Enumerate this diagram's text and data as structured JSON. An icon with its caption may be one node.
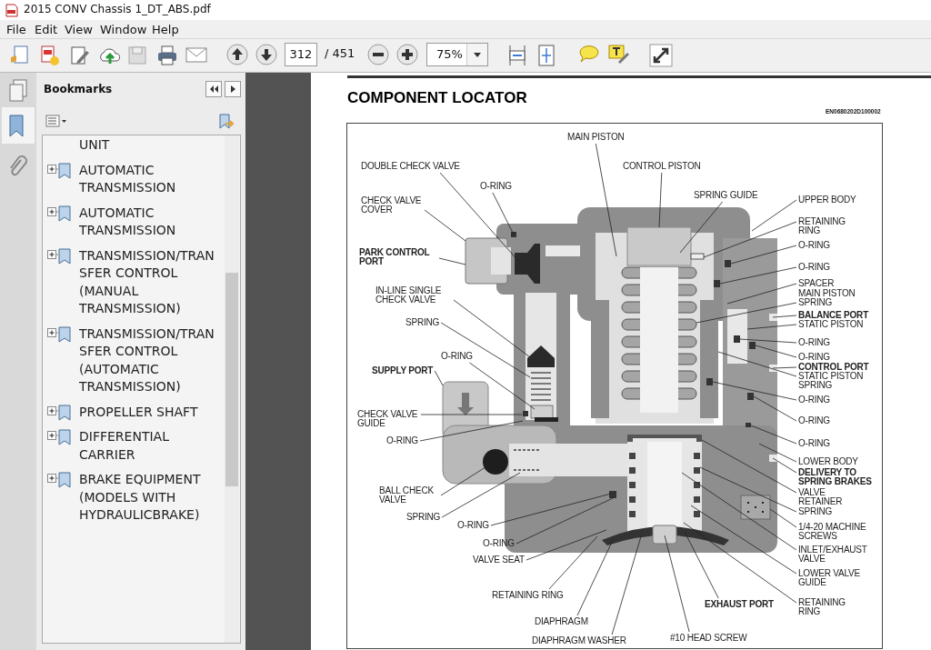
{
  "diagram": {
    "title": "COMPONENT LOCATOR",
    "nodes": [
      {
        "text": [
          "MAIN PISTON"
        ]
      },
      {
        "text": [
          "DOUBLE CHECK VALVE"
        ]
      },
      {
        "text": [
          "O-RING"
        ]
      },
      {
        "text": [
          "CHECK VALVE COVER"
        ]
      },
      {
        "text": [
          "PARK CONTROL PORT"
        ]
      },
      {
        "text": [
          "IN-LINE SINGLE CHECK VALVE"
        ]
      },
      {
        "text": [
          "SPRING"
        ]
      },
      {
        "text": [
          "O-RING"
        ]
      },
      {
        "text": [
          "SUPPLY PORT"
        ]
      },
      {
        "text": [
          "CHECK VALVE GUIDE"
        ]
      },
      {
        "text": [
          "O-RING"
        ]
      },
      {
        "text": [
          "BALL CHECK VALVE"
        ]
      },
      {
        "text": [
          "SPRING"
        ]
      },
      {
        "text": [
          "O-RING"
        ]
      },
      {
        "text": [
          "O-RING"
        ]
      },
      {
        "text": [
          "VALVE SEAT"
        ]
      },
      {
        "text": [
          "RETAINING RING"
        ]
      },
      {
        "text": [
          "DIAPHRAGM"
        ]
      },
      {
        "text": [
          "DIAPHRAGM WASHER"
        ]
      },
      {
        "text": [
          "#10 HEAD SCREW"
        ]
      },
      {
        "text": [
          "EXHAUST PORT"
        ]
      },
      {
        "text": [
          "CONTROL PISTON"
        ]
      },
      {
        "text": [
          "SPRING GUIDE"
        ]
      },
      {
        "text": [
          "UPPER BODY"
        ]
      },
      {
        "text": [
          "RETAINING RING"
        ]
      },
      {
        "text": [
          "O-RING"
        ]
      },
      {
        "text": [
          "O-RING"
        ]
      },
      {
        "text": [
          "SPACER"
        ]
      },
      {
        "text": [
          "MAIN PISTON SPRING"
        ]
      },
      {
        "text": [
          "BALANCE PORT"
        ]
      },
      {
        "text": [
          "STATIC PISTON"
        ]
      },
      {
        "text": [
          "O-RING"
        ]
      },
      {
        "text": [
          "O-RING"
        ]
      },
      {
        "text": [
          "CONTROL PORT"
        ]
      },
      {
        "text": [
          "STATIC PISTON SPRING"
        ]
      },
      {
        "text": [
          "O-RING"
        ]
      },
      {
        "text": [
          "O-RING"
        ]
      },
      {
        "text": [
          "O-RING"
        ]
      },
      {
        "text": [
          "LOWER BODY"
        ]
      },
      {
        "text": [
          "DELIVERY TO SPRING BRAKES"
        ]
      },
      {
        "text": [
          "VALVE RETAINER"
        ]
      },
      {
        "text": [
          "SPRING"
        ]
      },
      {
        "text": [
          "1/4-20 MACHINE SCREWS"
        ]
      },
      {
        "text": [
          "INLET/EXHAUST VALVE"
        ]
      },
      {
        "text": [
          "LOWER VALVE GUIDE"
        ]
      },
      {
        "text": [
          "RETAINING RING"
        ]
      }
    ],
    "edges": [
      {
        "from": 0,
        "to": null,
        "arrow": "none"
      },
      {
        "from": 1,
        "to": null,
        "arrow": "none"
      },
      {
        "from": 2,
        "to": null,
        "arrow": "none"
      },
      {
        "from": 3,
        "to": null,
        "arrow": "none"
      },
      {
        "from": 4,
        "to": null,
        "arrow": "none"
      },
      {
        "from": 5,
        "to": null,
        "arrow": "none"
      },
      {
        "from": 6,
        "to": null,
        "arrow": "none"
      },
      {
        "from": 7,
        "to": null,
        "arrow": "none"
      },
      {
        "from": 8,
        "to": null,
        "arrow": "none"
      },
      {
        "from": 9,
        "to": null,
        "arrow": "none"
      },
      {
        "from": 10,
        "to": null,
        "arrow": "none"
      },
      {
        "from": 11,
        "to": null,
        "arrow": "none"
      },
      {
        "from": 12,
        "to": null,
        "arrow": "none"
      },
      {
        "from": 13,
        "to": null,
        "arrow": "none"
      },
      {
        "from": 14,
        "to": null,
        "arrow": "none"
      },
      {
        "from": 15,
        "to": null,
        "arrow": "none"
      },
      {
        "from": 16,
        "to": null,
        "arrow": "none"
      },
      {
        "from": 17,
        "to": null,
        "arrow": "none"
      },
      {
        "from": 18,
        "to": null,
        "arrow": "none"
      },
      {
        "from": 19,
        "to": null,
        "arrow": "none"
      },
      {
        "from": 20,
        "to": null,
        "arrow": "none"
      },
      {
        "from": 21,
        "to": null,
        "arrow": "none"
      },
      {
        "from": 22,
        "to": null,
        "arrow": "none"
      },
      {
        "from": 23,
        "to": null,
        "arrow": "none"
      },
      {
        "from": 24,
        "to": null,
        "arrow": "none"
      },
      {
        "from": 25,
        "to": null,
        "arrow": "none"
      },
      {
        "from": 26,
        "to": null,
        "arrow": "none"
      },
      {
        "from": 27,
        "to": null,
        "arrow": "none"
      },
      {
        "from": 28,
        "to": null,
        "arrow": "none"
      },
      {
        "from": 29,
        "to": null,
        "arrow": "none"
      },
      {
        "from": 30,
        "to": null,
        "arrow": "none"
      },
      {
        "from": 31,
        "to": null,
        "arrow": "none"
      },
      {
        "from": 32,
        "to": null,
        "arrow": "none"
      },
      {
        "from": 33,
        "to": null,
        "arrow": "none"
      },
      {
        "from": 34,
        "to": null,
        "arrow": "none"
      },
      {
        "from": 35,
        "to": null,
        "arrow": "none"
      },
      {
        "from": 36,
        "to": null,
        "arrow": "none"
      },
      {
        "from": 37,
        "to": null,
        "arrow": "none"
      },
      {
        "from": 38,
        "to": null,
        "arrow": "none"
      },
      {
        "from": 39,
        "to": null,
        "arrow": "none"
      },
      {
        "from": 40,
        "to": null,
        "arrow": "none"
      },
      {
        "from": 41,
        "to": null,
        "arrow": "none"
      },
      {
        "from": 42,
        "to": null,
        "arrow": "none"
      },
      {
        "from": 43,
        "to": null,
        "arrow": "none"
      },
      {
        "from": 44,
        "to": null,
        "arrow": "none"
      },
      {
        "from": 45,
        "to": null,
        "arrow": "none"
      }
    ],
    "labels": [
      "2015 CONV Chassis 1_DT_ABS.pdf",
      "File",
      "Edit",
      "View",
      "Window",
      "Help",
      "312",
      "/ 451",
      "75%",
      "Bookmarks",
      "UNIT",
      "AUTOMATIC TRANSMISSION",
      "AUTOMATIC TRANSMISSION",
      "TRANSMISSION/TRANSFER CONTROL (MANUAL TRANSMISSION)",
      "TRANSMISSION/TRANSFER CONTROL (AUTOMATIC TRANSMISSION)",
      "PROPELLER SHAFT",
      "DIFFERENTIAL CARRIER",
      "BRAKE EQUIPMENT (MODELS WITH HYDRAULICBRAKE)",
      "EN0680202D100002"
    ]
  }
}
